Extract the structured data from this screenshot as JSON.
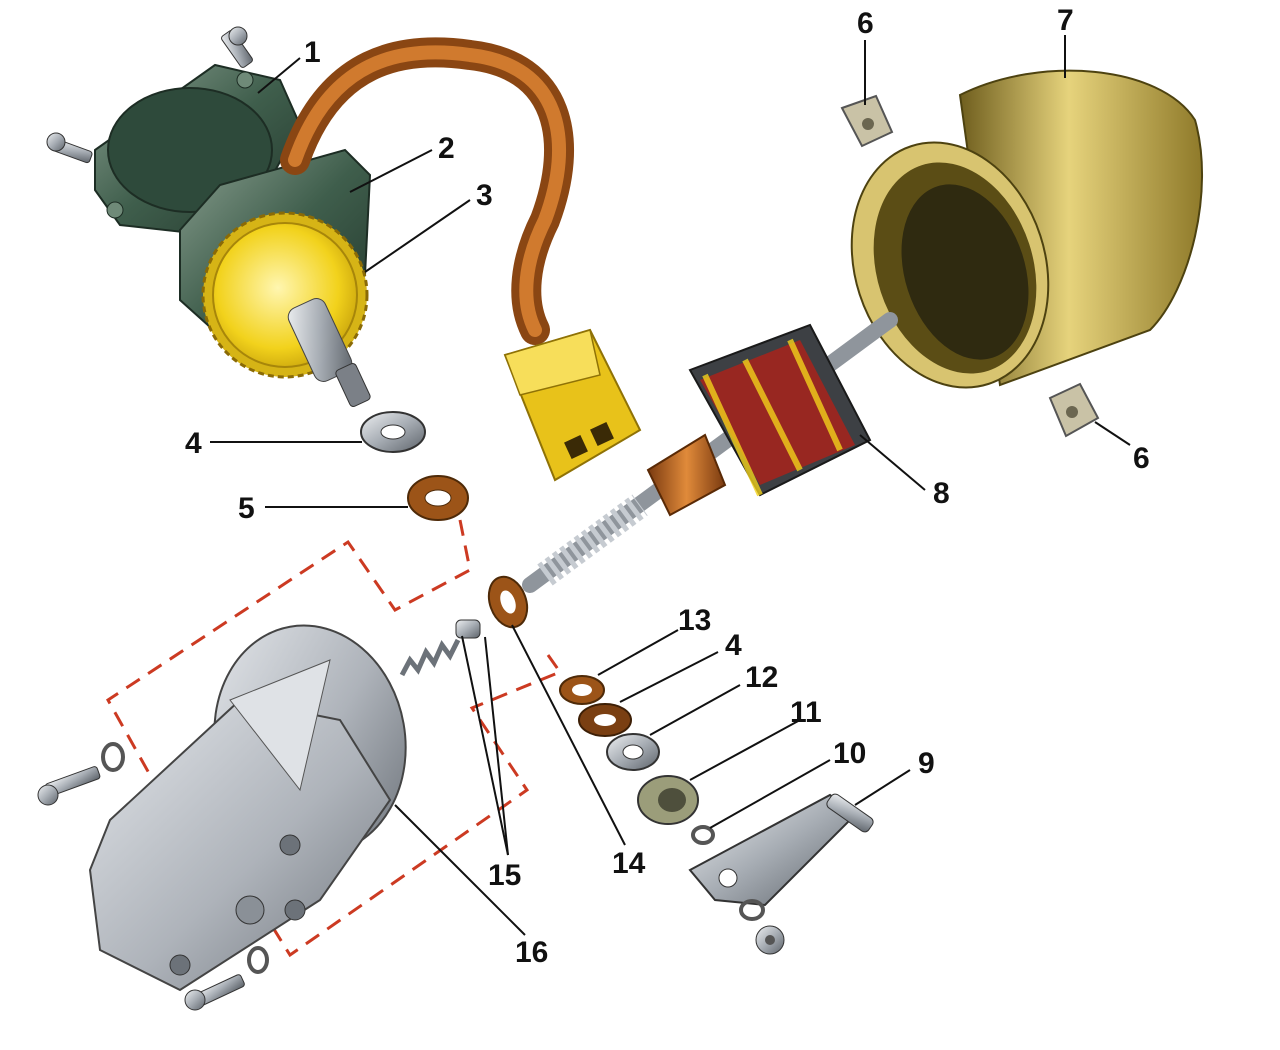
{
  "diagram": {
    "callouts": [
      {
        "id": "c1",
        "text": "1"
      },
      {
        "id": "c2",
        "text": "2"
      },
      {
        "id": "c3",
        "text": "3"
      },
      {
        "id": "c4a",
        "text": "4"
      },
      {
        "id": "c5",
        "text": "5"
      },
      {
        "id": "c6a",
        "text": "6"
      },
      {
        "id": "c6b",
        "text": "6"
      },
      {
        "id": "c7",
        "text": "7"
      },
      {
        "id": "c8",
        "text": "8"
      },
      {
        "id": "c9",
        "text": "9"
      },
      {
        "id": "c10",
        "text": "10"
      },
      {
        "id": "c11",
        "text": "11"
      },
      {
        "id": "c12",
        "text": "12"
      },
      {
        "id": "c4b",
        "text": "4"
      },
      {
        "id": "c13",
        "text": "13"
      },
      {
        "id": "c14",
        "text": "14"
      },
      {
        "id": "c15",
        "text": "15"
      },
      {
        "id": "c16",
        "text": "16"
      }
    ]
  },
  "colors": {
    "gear_housing": "#3f5e4c",
    "gear": "#f2d21c",
    "cable": "#b8631f",
    "connector": "#e8c21a",
    "stator_housing": "#c2a94a",
    "armature_winding": "#a8231b",
    "gearbox_housing": "#b9bec4",
    "dashed_guide": "#cc3a22"
  }
}
